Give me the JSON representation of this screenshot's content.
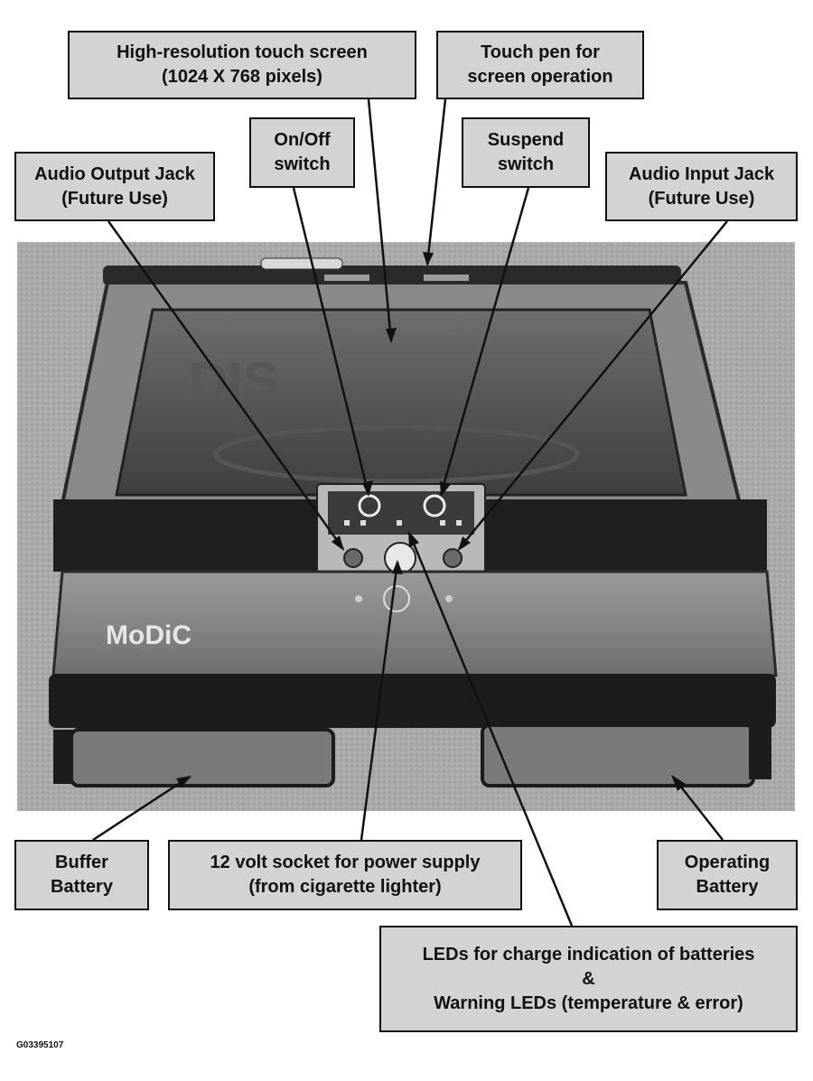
{
  "labels": {
    "touch_screen": [
      "High-resolution touch screen",
      "(1024 X 768 pixels)"
    ],
    "touch_pen": [
      "Touch pen for",
      "screen operation"
    ],
    "onoff_switch": [
      "On/Off",
      "switch"
    ],
    "suspend_switch": [
      "Suspend",
      "switch"
    ],
    "audio_output": [
      "Audio Output Jack",
      "(Future Use)"
    ],
    "audio_input": [
      "Audio Input Jack",
      "(Future Use)"
    ],
    "buffer_battery": [
      "Buffer",
      "Battery"
    ],
    "power_socket": [
      "12 volt socket for power supply",
      "(from cigarette lighter)"
    ],
    "operating_battery": [
      "Operating",
      "Battery"
    ],
    "leds": [
      "LEDs for charge indication of batteries",
      "&",
      "Warning LEDs (temperature & error)"
    ]
  },
  "device_brand": "MoDiC",
  "figure_id": "G03395107"
}
